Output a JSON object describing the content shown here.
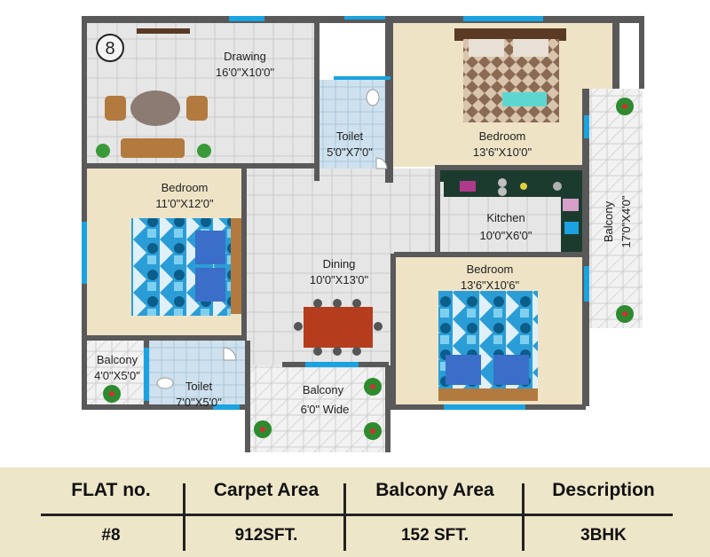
{
  "plan": {
    "flat_badge": "8",
    "rooms": {
      "drawing": {
        "name": "Drawing",
        "size": "16'0\"X10'0\""
      },
      "toilet_top": {
        "name": "Toilet",
        "size": "5'0\"X7'0\""
      },
      "bedroom_top_right": {
        "name": "Bedroom",
        "size": "13'6\"X10'0\""
      },
      "bedroom_left": {
        "name": "Bedroom",
        "size": "11'0\"X12'0\""
      },
      "kitchen": {
        "name": "Kitchen",
        "size": "10'0\"X6'0\""
      },
      "balcony_right": {
        "name": "Balcony",
        "size": "17'0\"X4'0\""
      },
      "dining": {
        "name": "Dining",
        "size": "10'0\"X13'0\""
      },
      "bedroom_bottom_right": {
        "name": "Bedroom",
        "size": "13'6\"X10'6\""
      },
      "balcony_left": {
        "name": "Balcony",
        "size": "4'0\"X5'0\""
      },
      "toilet_bottom": {
        "name": "Toilet",
        "size": "7'0\"X5'0\""
      },
      "balcony_bottom": {
        "name": "Balcony",
        "size": "6'0\" Wide"
      }
    }
  },
  "table": {
    "headers": {
      "flat_no": "FLAT no.",
      "carpet_area": "Carpet Area",
      "balcony_area": "Balcony Area",
      "description": "Description"
    },
    "row": {
      "flat_no": "#8",
      "carpet_area": "912SFT.",
      "balcony_area": "152 SFT.",
      "description": "3BHK"
    }
  },
  "colors": {
    "wall": "#595959",
    "window": "#1aa3e0",
    "floor_tile": "#e4e4e4",
    "wood_floor": "#efe3c6",
    "table_bg": "#ede6c8"
  }
}
